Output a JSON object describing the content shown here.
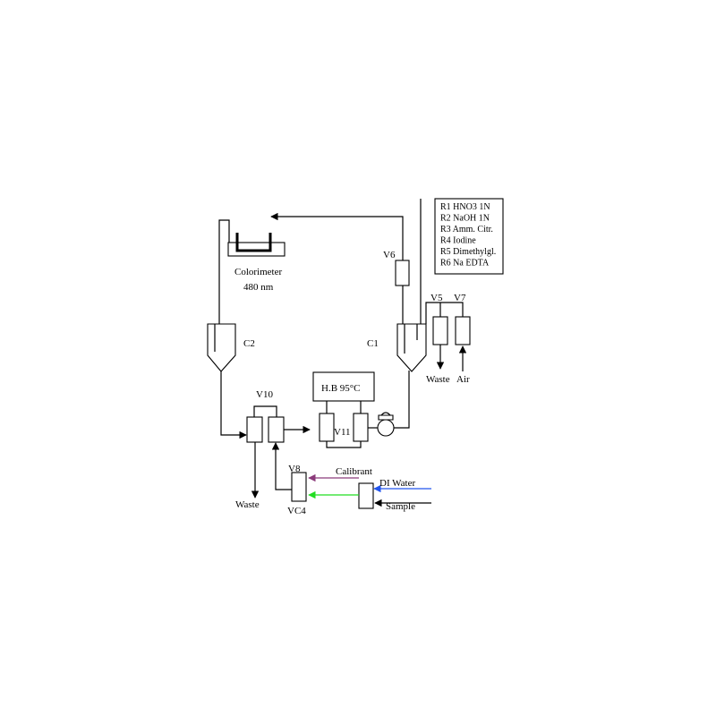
{
  "legend": [
    {
      "text": "R1 HNO3 1N",
      "color": "#1a1a8c"
    },
    {
      "text": "R2 NaOH 1N",
      "color": "#17a5a5"
    },
    {
      "text": "R3 Amm. Citr.",
      "color": "#2e8b57"
    },
    {
      "text": "R4 Iodine",
      "color": "#cc33cc"
    },
    {
      "text": "R5 Dimethylgl.",
      "color": "#cc7a00"
    },
    {
      "text": "R6 Na EDTA",
      "color": "#6a1b9a"
    }
  ],
  "labels": {
    "colorimeter": "Colorimeter",
    "wavelength": "480 nm",
    "c1": "C1",
    "c2": "C2",
    "v5": "V5",
    "v6": "V6",
    "v7": "V7",
    "v8": "V8",
    "v10": "V10",
    "v11": "V11",
    "vc4": "VC4",
    "heating_bath": "H.B 95°C",
    "waste_top": "Waste",
    "air": "Air",
    "waste_bottom": "Waste",
    "calibrant": "Calibrant",
    "di_water": "DI Water",
    "sample": "Sample"
  },
  "colors": {
    "calibrant_line": "#8b3a7a",
    "sample_line": "#22dd22",
    "di_water_line": "#2255ee"
  }
}
